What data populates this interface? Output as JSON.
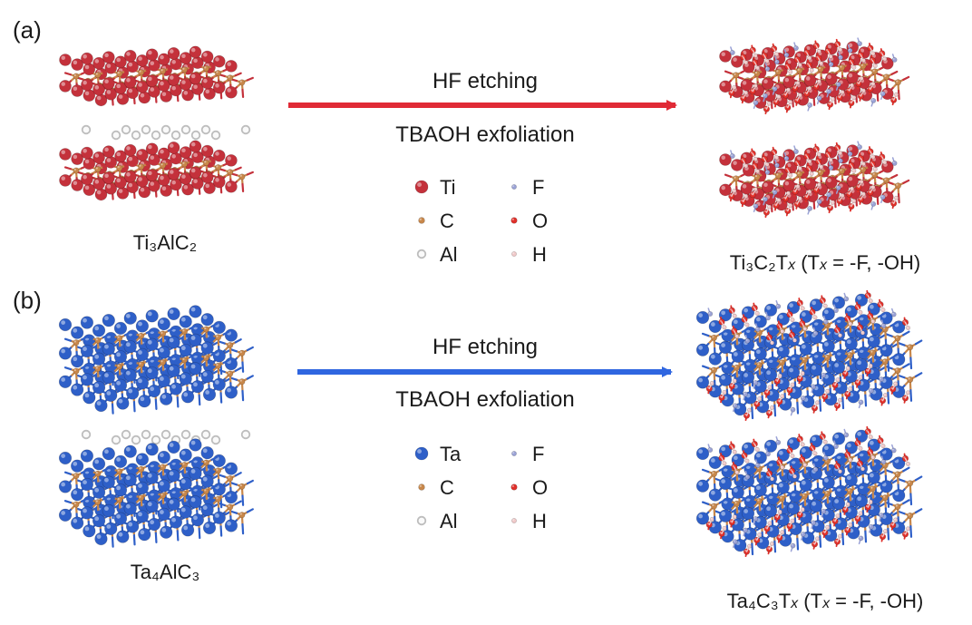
{
  "colors": {
    "Ti": "#c4313b",
    "Ta": "#2e5fc8",
    "C": "#c8874a",
    "Al": "#bdbdbd",
    "F": "#9aa2d6",
    "O": "#e0302a",
    "H": "#f0c9c9",
    "arrow_a": "#e02a36",
    "arrow_b": "#2f66e0"
  },
  "panel_a": {
    "label": "(a)",
    "step1": "HF etching",
    "step2": "TBAOH exfoliation",
    "precursor_label": "Ti₃AlC₂",
    "product_label": "Ti₃C₂T",
    "product_x": "x",
    "product_paren": "(T",
    "product_paren_x": "x",
    "product_terms": " = -F, -OH)",
    "legend": [
      {
        "sym": "Ti",
        "key": "Ti"
      },
      {
        "sym": "F",
        "key": "F"
      },
      {
        "sym": "C",
        "key": "C"
      },
      {
        "sym": "O",
        "key": "O"
      },
      {
        "sym": "Al",
        "key": "Al"
      },
      {
        "sym": "H",
        "key": "H"
      }
    ]
  },
  "panel_b": {
    "label": "(b)",
    "step1": "HF etching",
    "step2": "TBAOH exfoliation",
    "precursor_label": "Ta₄AlC₃",
    "product_label": "Ta₄C₃T",
    "product_x": "x",
    "product_paren": "(T",
    "product_paren_x": "x",
    "product_terms": " = -F, -OH)",
    "legend": [
      {
        "sym": "Ta",
        "key": "Ta"
      },
      {
        "sym": "F",
        "key": "F"
      },
      {
        "sym": "C",
        "key": "C"
      },
      {
        "sym": "O",
        "key": "O"
      },
      {
        "sym": "Al",
        "key": "Al"
      },
      {
        "sym": "H",
        "key": "H"
      }
    ]
  }
}
